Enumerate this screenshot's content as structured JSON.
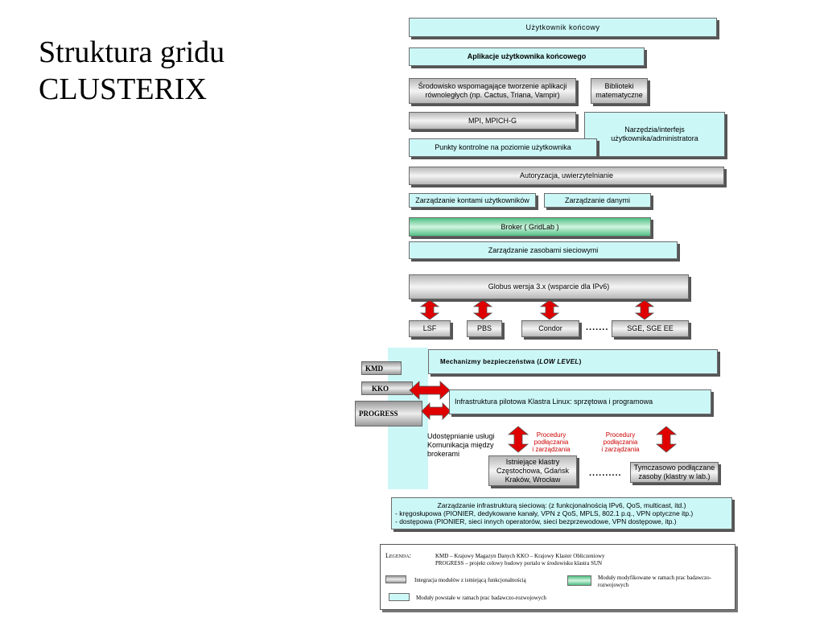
{
  "slide": {
    "title_line1": "Struktura gridu",
    "title_line2": "CLUSTERIX"
  },
  "layers": {
    "end_user": "Użytkownik końcowy",
    "end_user_apps": "Aplikacje użytkownika końcowego",
    "env_line1": "Środowisko wspomagające tworzenie aplikacji",
    "env_line2": "równoległych (np. Cactus, Triana, Vampir)",
    "math_line1": "Biblioteki",
    "math_line2": "matematyczne",
    "mpi": "MPI, MPICH-G",
    "tools_line1": "Narzędzia/interfejs",
    "tools_line2": "użytkownika/administratora",
    "checkpoints": "Punkty kontrolne na poziomie użytkownika",
    "auth": "Autoryzacja, uwierzytelnianie",
    "accounts": "Zarządzanie kontami użytkowników",
    "data_mgmt": "Zarządzanie danymi",
    "broker": "Broker ( GridLab )",
    "net_resources": "Zarządzanie zasobami sieciowymi",
    "globus": "Globus wersja 3.x (wsparcie dla IPv6)",
    "lsf": "LSF",
    "pbs": "PBS",
    "condor": "Condor",
    "sched_dots": ".......",
    "sge": "SGE, SGE EE",
    "security_prefix": "Mechanizmy bezpieczeństwa (",
    "security_low": "LOW LEVEL",
    "security_suffix": ")",
    "kmd": "KMD",
    "kko": "KKO",
    "progress": "PROGRESS",
    "pilot": "Infrastruktura pilotowa Klastra Linux: sprzętowa i programowa",
    "share_line1": "Udostępnianie usługi",
    "share_line2": "Komunikacja między",
    "share_line3": "brokerami",
    "proc1_line1": "Procedury",
    "proc1_line2": "podłączania",
    "proc1_line3": "i zarządzania",
    "proc2_line1": "Procedury",
    "proc2_line2": "podłączania",
    "proc2_line3": "i zarządzania",
    "clusters_line1": "Istniejące klastry",
    "clusters_line2": "Częstochowa, Gdańsk",
    "clusters_line3": "Kraków, Wrocław",
    "cluster_dots": "..........",
    "temp_line1": "Tymczasowo podłączane",
    "temp_line2": "zasoby (klastry w lab.)",
    "net_infra_line1": "Zarządzanie infrastrukturą sieciową: (z funkcjonalnością IPv6, QoS, multicast, itd.)",
    "net_infra_line2": "- kręgosłupowa (PIONIER, dedykowane kanały, VPN z QoS, MPLS, 802.1 p.q., VPN optyczne itp.)",
    "net_infra_line3": "- dostępowa (PIONIER, sieci innych operatorów, sieci bezprzewodowe, VPN dostępowe, itp.)"
  },
  "legend": {
    "heading": "Legenda:",
    "line1": "KMD – Krajowy Magazyn Danych    KKO – Krajowy Klaster Obliczeniowy",
    "line2": "PROGRESS – projekt celowy budowy portalu w środowisku klastra SUN",
    "gray_desc": "Integracja modułów z istniejącą funkcjonalnością",
    "green_desc_line1": "Moduły modyfikowane w ramach prac badawczo-",
    "green_desc_line2": "rozwojowych",
    "cyan_desc": "Moduły powstałe w ramach prac badawczo-rozwojowych"
  },
  "colors": {
    "cyan": "#ccf7f7",
    "gray": "#d8d8d8",
    "green": "#7fd4a6",
    "arrow_red": "#e00000"
  }
}
